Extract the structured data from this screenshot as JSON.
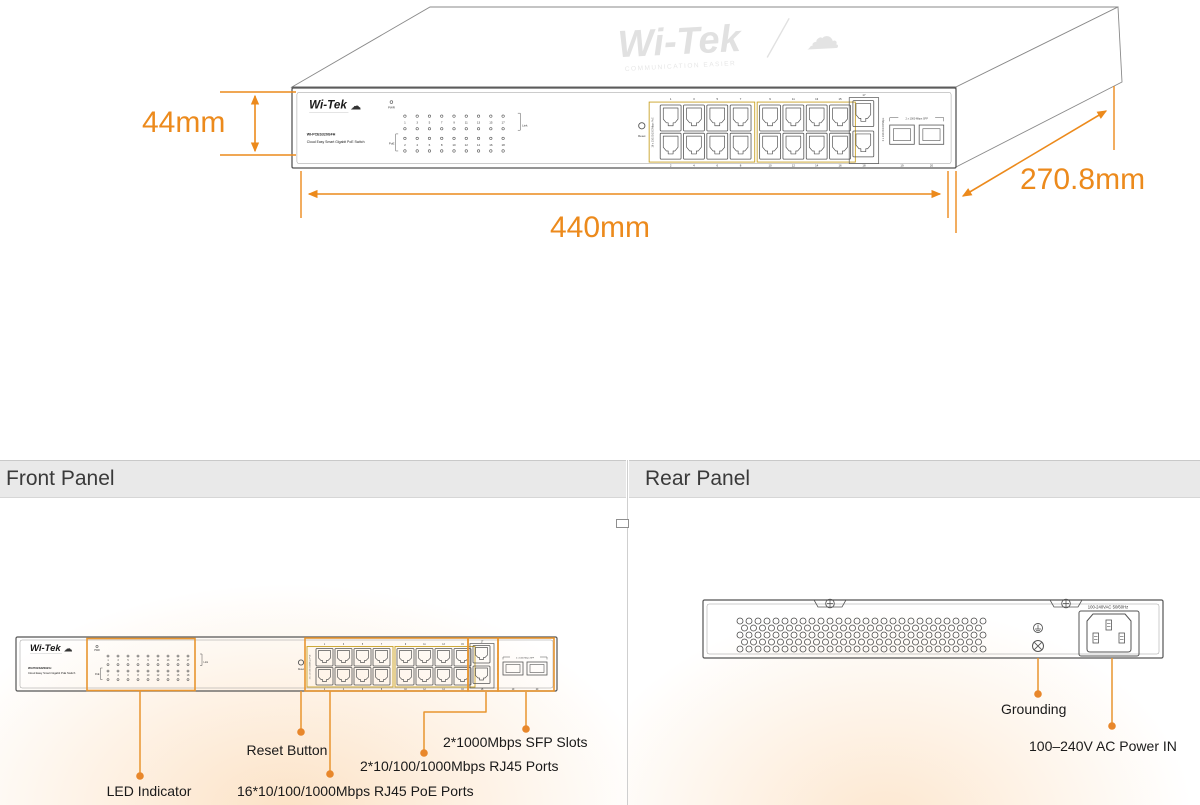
{
  "dimensions": {
    "height": "44mm",
    "width": "440mm",
    "depth": "270.8mm"
  },
  "brand": {
    "name": "Wi-Tek",
    "tagline": "COMMUNICATION EASIER"
  },
  "device": {
    "model": "WI-PCES320GFH",
    "name": "Cloud Easy Smart Gigabit PoE Switch"
  },
  "front_panel": {
    "heading": "Front Panel",
    "callouts": {
      "led": "LED Indicator",
      "reset": "Reset Button",
      "poe_ports": "16*10/100/1000Mbps RJ45 PoE Ports",
      "rj45_ports": "2*10/100/1000Mbps RJ45 Ports",
      "sfp_slots": "2*1000Mbps SFP Slots"
    },
    "leds": {
      "power": "PWR",
      "link": "Link",
      "poe": "PoE",
      "top_numbers": [
        "1",
        "3",
        "5",
        "7",
        "9",
        "11",
        "13",
        "15",
        "17"
      ],
      "bottom_numbers": [
        "2",
        "4",
        "6",
        "8",
        "10",
        "12",
        "14",
        "16",
        "18"
      ]
    },
    "ports": {
      "poe_group1_top": [
        "1",
        "3",
        "5",
        "7"
      ],
      "poe_group1_bottom": [
        "2",
        "4",
        "6",
        "8"
      ],
      "poe_group2_top": [
        "9",
        "11",
        "13",
        "15"
      ],
      "poe_group2_bottom": [
        "10",
        "12",
        "14",
        "16"
      ],
      "uplink_top": "17",
      "uplink_bottom": "18",
      "sfp_numbers": [
        "19",
        "20"
      ],
      "sfp_caption": "2 x 1000 Mbps SFP",
      "poe_strip": "16 x 10/100/1000Mbps PoE",
      "uplink_strip": "2 x 10/100/1000Mbps",
      "reset": "Reset"
    }
  },
  "rear_panel": {
    "heading": "Rear Panel",
    "callouts": {
      "grounding": "Grounding",
      "power": "100–240V AC Power IN"
    },
    "power_rating": "100-240VAC 50/60Hz"
  },
  "colors": {
    "accent": "#EC8A1C",
    "callout": "#E8952F",
    "dot": "#E8872B",
    "gold": "#C9A227",
    "drawing": "#555555",
    "heading_bg": "#E9E9E9"
  }
}
